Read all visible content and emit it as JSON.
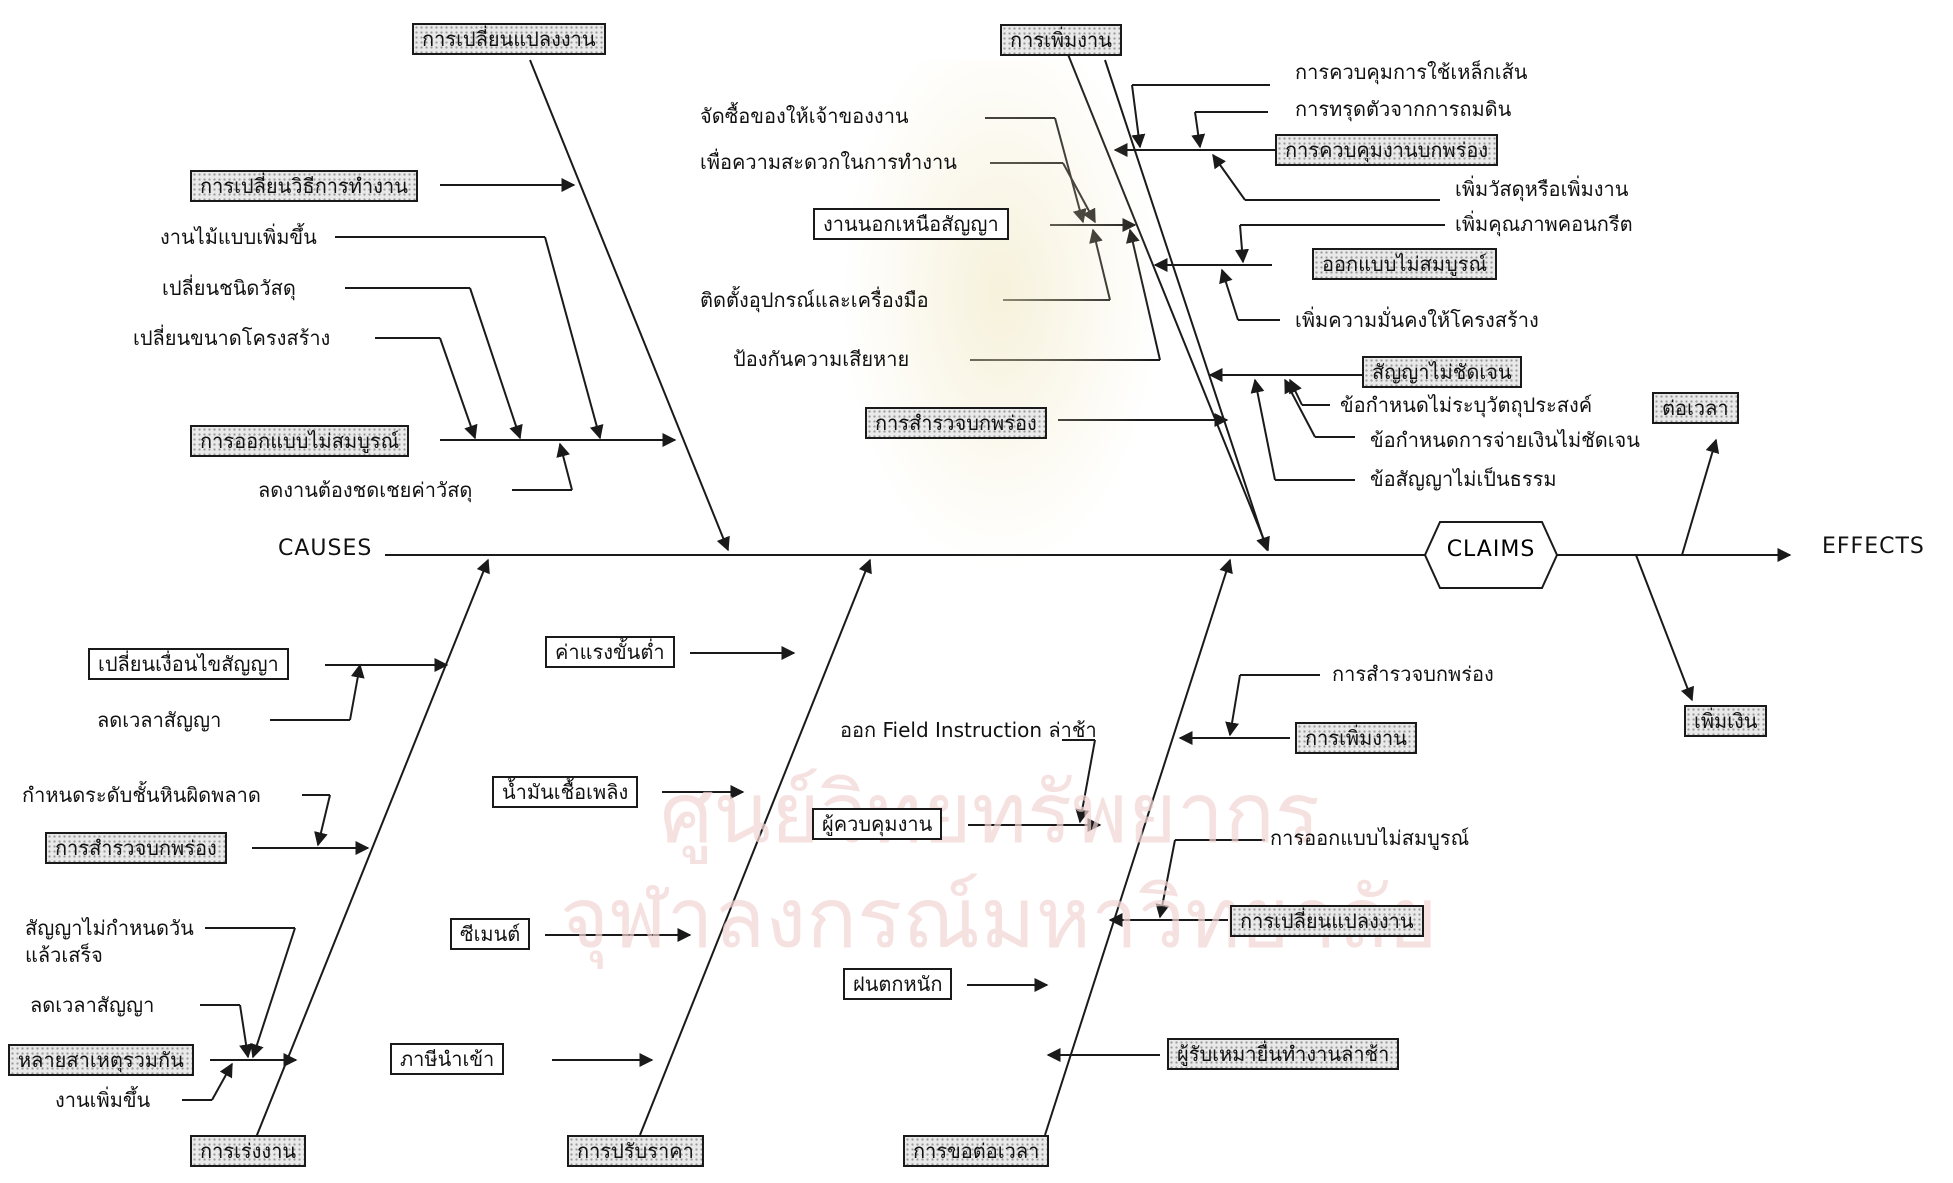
{
  "watermark": {
    "line1": "ศูนย์วิทยทรัพยากร",
    "line2": "จุฬาลงกรณ์มหาวิทยาลัย"
  },
  "spine": {
    "causes": "CAUSES",
    "claims": "CLAIMS",
    "effects": "EFFECTS"
  },
  "effects": {
    "time": "ต่อเวลา",
    "money": "เพิ่มเงิน"
  },
  "top": {
    "change": {
      "title": "การเปลี่ยนแปลงงาน",
      "method": "การเปลี่ยนวิธีการทำงาน",
      "design": "การออกแบบไม่สมบูรณ์",
      "d1": "งานไม้แบบเพิ่มขึ้น",
      "d2": "เปลี่ยนชนิดวัสดุ",
      "d3": "เปลี่ยนขนาดโครงสร้าง",
      "reduce": "ลดงานต้องชดเชยค่าวัสดุ"
    },
    "extra_work": {
      "title": "งานนอกเหนือสัญญา",
      "e1": "จัดซื้อของให้เจ้าของงาน",
      "e2": "เพื่อความสะดวกในการทำงาน",
      "e3": "ติดตั้งอุปกรณ์และเครื่องมือ",
      "e4": "ป้องกันความเสียหาย",
      "survey": "การสำรวจบกพร่อง"
    },
    "increase": {
      "title": "การเพิ่มงาน",
      "i1": "การควบคุมการใช้เหล็กเส้น",
      "i2": "การทรุดตัวจากการถมดิน",
      "i3": "การควบคุมงานบกพร่อง",
      "i4": "เพิ่มวัสดุหรือเพิ่มงาน",
      "i5": "เพิ่มคุณภาพคอนกรีต",
      "i6": "ออกแบบไม่สมบูรณ์",
      "i7": "เพิ่มความมั่นคงให้โครงสร้าง",
      "unclear": "สัญญาไม่ชัดเจน",
      "u1": "ข้อกำหนดไม่ระบุวัตถุประสงค์",
      "u2": "ข้อกำหนดการจ่ายเงินไม่ชัดเจน",
      "u3": "ข้อสัญญาไม่เป็นธรรม"
    }
  },
  "bottom": {
    "accelerate": {
      "title": "การเร่งงาน",
      "amend": "เปลี่ยนเงื่อนไขสัญญา",
      "a1": "ลดเวลาสัญญา",
      "rock": "กำหนดระดับชั้นหินผิดพลาด",
      "survey": "การสำรวจบกพร่อง",
      "m1": "สัญญาไม่กำหนดวัน",
      "m1b": "แล้วเสร็จ",
      "m2": "ลดเวลาสัญญา",
      "multi": "หลายสาเหตุรวมกัน",
      "m3": "งานเพิ่มขึ้น"
    },
    "price": {
      "title": "การปรับราคา",
      "wage": "ค่าแรงขั้นต่ำ",
      "fuel": "น้ำมันเชื้อเพลิง",
      "cement": "ซีเมนต์",
      "tax": "ภาษีนำเข้า"
    },
    "extension": {
      "title": "การขอต่อเวลา",
      "field": "ออก Field Instruction ล่าช้า",
      "supervisor": "ผู้ควบคุมงาน",
      "rain": "ฝนตกหนัก",
      "s1": "การสำรวจบกพร่อง",
      "add": "การเพิ่มงาน",
      "s2": "การออกแบบไม่สมบูรณ์",
      "change": "การเปลี่ยนแปลงงาน",
      "contractor": "ผู้รับเหมายื่นทำงานล่าช้า"
    }
  }
}
